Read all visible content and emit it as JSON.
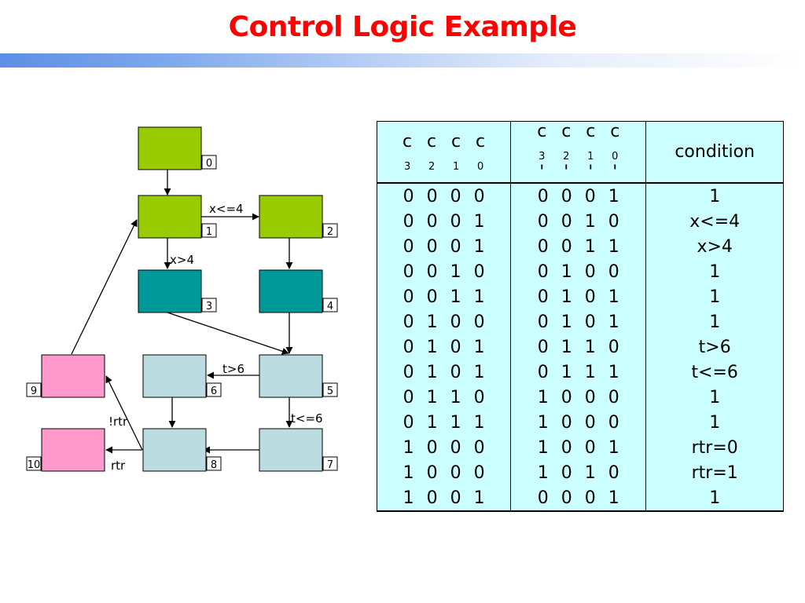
{
  "title": "Control Logic Example",
  "diagram": {
    "nodes": [
      {
        "id": "0",
        "color": "#99cc00"
      },
      {
        "id": "1",
        "color": "#99cc00"
      },
      {
        "id": "2",
        "color": "#99cc00"
      },
      {
        "id": "3",
        "color": "#009999"
      },
      {
        "id": "4",
        "color": "#009999"
      },
      {
        "id": "5",
        "color": "#bbdde1"
      },
      {
        "id": "6",
        "color": "#bbdde1"
      },
      {
        "id": "7",
        "color": "#bbdde1"
      },
      {
        "id": "8",
        "color": "#bbdde1"
      },
      {
        "id": "9",
        "color": "#ff99cc"
      },
      {
        "id": "10",
        "color": "#ff99cc"
      }
    ],
    "edge_labels": {
      "e1_2": "x<=4",
      "e1_3": "x>4",
      "e5_6": "t>6",
      "e5_7": "t<=6",
      "e8_9": "!rtr",
      "e8_10": "rtr"
    }
  },
  "table": {
    "header": {
      "current": [
        "c",
        "c",
        "c",
        "c"
      ],
      "current_subs": [
        "3",
        "2",
        "1",
        "0"
      ],
      "next_subs": [
        "3",
        "2",
        "1",
        "0"
      ],
      "next_prime": "'",
      "condition": "condition"
    },
    "rows": [
      {
        "c": [
          "0",
          "0",
          "0",
          "0"
        ],
        "n": [
          "0",
          "0",
          "0",
          "1"
        ],
        "cond": "1"
      },
      {
        "c": [
          "0",
          "0",
          "0",
          "1"
        ],
        "n": [
          "0",
          "0",
          "1",
          "0"
        ],
        "cond": "x<=4"
      },
      {
        "c": [
          "0",
          "0",
          "0",
          "1"
        ],
        "n": [
          "0",
          "0",
          "1",
          "1"
        ],
        "cond": "x>4"
      },
      {
        "c": [
          "0",
          "0",
          "1",
          "0"
        ],
        "n": [
          "0",
          "1",
          "0",
          "0"
        ],
        "cond": "1"
      },
      {
        "c": [
          "0",
          "0",
          "1",
          "1"
        ],
        "n": [
          "0",
          "1",
          "0",
          "1"
        ],
        "cond": "1"
      },
      {
        "c": [
          "0",
          "1",
          "0",
          "0"
        ],
        "n": [
          "0",
          "1",
          "0",
          "1"
        ],
        "cond": "1"
      },
      {
        "c": [
          "0",
          "1",
          "0",
          "1"
        ],
        "n": [
          "0",
          "1",
          "1",
          "0"
        ],
        "cond": "t>6"
      },
      {
        "c": [
          "0",
          "1",
          "0",
          "1"
        ],
        "n": [
          "0",
          "1",
          "1",
          "1"
        ],
        "cond": "t<=6"
      },
      {
        "c": [
          "0",
          "1",
          "1",
          "0"
        ],
        "n": [
          "1",
          "0",
          "0",
          "0"
        ],
        "cond": "1"
      },
      {
        "c": [
          "0",
          "1",
          "1",
          "1"
        ],
        "n": [
          "1",
          "0",
          "0",
          "0"
        ],
        "cond": "1"
      },
      {
        "c": [
          "1",
          "0",
          "0",
          "0"
        ],
        "n": [
          "1",
          "0",
          "0",
          "1"
        ],
        "cond": "rtr=0"
      },
      {
        "c": [
          "1",
          "0",
          "0",
          "0"
        ],
        "n": [
          "1",
          "0",
          "1",
          "0"
        ],
        "cond": "rtr=1"
      },
      {
        "c": [
          "1",
          "0",
          "0",
          "1"
        ],
        "n": [
          "0",
          "0",
          "0",
          "1"
        ],
        "cond": "1"
      }
    ]
  }
}
